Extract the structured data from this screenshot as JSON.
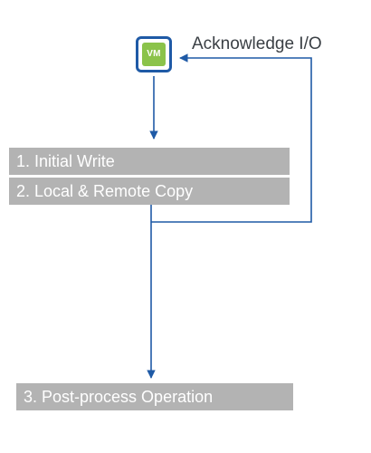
{
  "diagram": {
    "vm_icon": {
      "label": "VM",
      "icon": "vm-icon"
    },
    "ack_label": "Acknowledge I/O",
    "steps": [
      {
        "label": "1. Initial Write"
      },
      {
        "label": "2. Local & Remote Copy"
      },
      {
        "label": "3. Post-process Operation"
      }
    ],
    "colors": {
      "arrow": "#1f5aa6",
      "vm_border": "#1f5aa6",
      "vm_fill": "#8bc34a",
      "step_fill": "#b3b3b3",
      "step_text": "#ffffff",
      "label_text": "#3b4045"
    }
  }
}
